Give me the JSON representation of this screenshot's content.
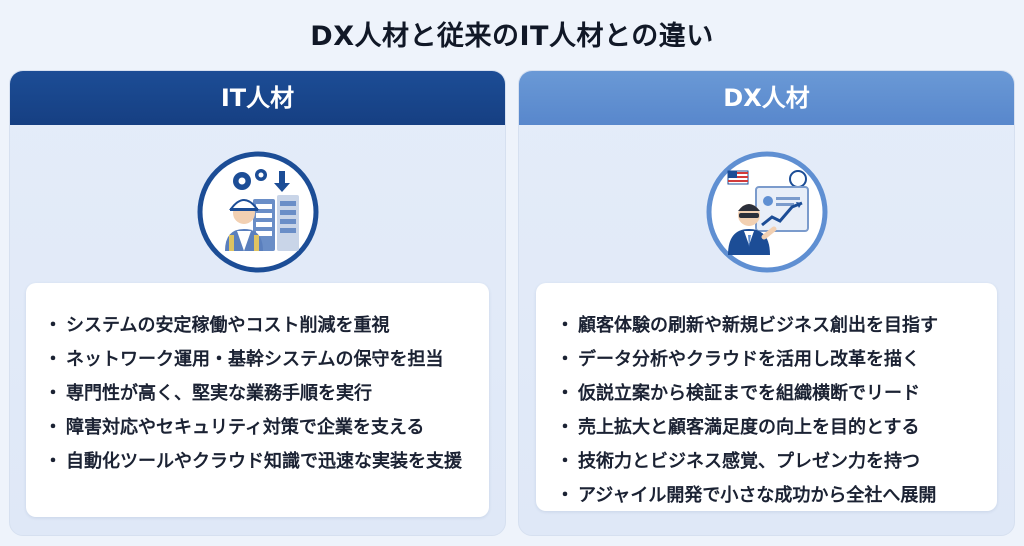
{
  "title": "DX人材と従来のIT人材との違い",
  "left_panel": {
    "header": "IT人材",
    "icon": "it-engineer-server-icon",
    "accent": "#1c4d96",
    "points": [
      "システムの安定稼働やコスト削減を重視",
      "ネットワーク運用・基幹システムの保守を担当",
      "専門性が高く、堅実な業務手順を実行",
      "障害対応やセキュリティ対策で企業を支える",
      "自動化ツールやクラウド知識で迅速な実装を支援"
    ]
  },
  "right_panel": {
    "header": "DX人材",
    "icon": "dx-businessperson-presentation-icon",
    "accent": "#5f8fd2",
    "points": [
      "顧客体験の刷新や新規ビジネス創出を目指す",
      "データ分析やクラウドを活用し改革を描く",
      "仮説立案から検証までを組織横断でリード",
      "売上拡大と顧客満足度の向上を目的とする",
      "技術力とビジネス感覚、プレゼン力を持つ",
      "アジャイル開発で小さな成功から全社へ展開"
    ]
  }
}
